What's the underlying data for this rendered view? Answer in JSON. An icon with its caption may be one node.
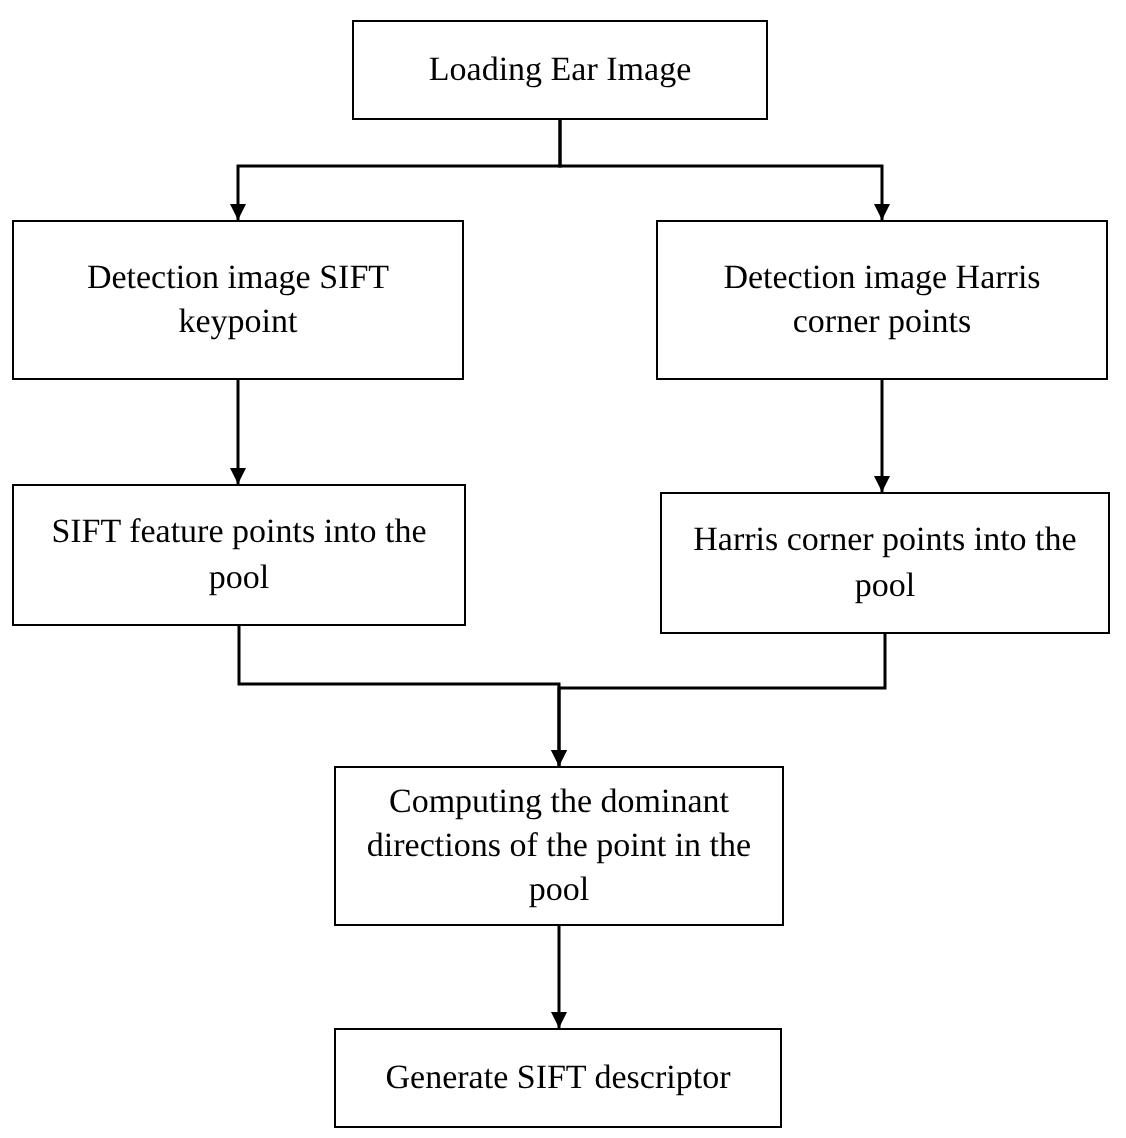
{
  "diagram": {
    "nodes": [
      {
        "text": [
          "Loading Ear Image"
        ]
      },
      {
        "text": [
          "Detection image SIFT keypoint"
        ]
      },
      {
        "text": [
          "Detection image Harris corner points"
        ]
      },
      {
        "text": [
          "SIFT feature points into the pool"
        ]
      },
      {
        "text": [
          "Harris corner points into the pool"
        ]
      },
      {
        "text": [
          "Computing the dominant directions of the point in the pool"
        ]
      },
      {
        "text": [
          "Generate SIFT descriptor"
        ]
      }
    ],
    "edges": [
      {
        "from": 0,
        "to": 1,
        "arrow": "to"
      },
      {
        "from": 0,
        "to": 2,
        "arrow": "to"
      },
      {
        "from": 1,
        "to": 3,
        "arrow": "to"
      },
      {
        "from": 2,
        "to": 4,
        "arrow": "to"
      },
      {
        "from": 3,
        "to": 5,
        "arrow": "to"
      },
      {
        "from": 4,
        "to": 5,
        "arrow": "to"
      },
      {
        "from": 5,
        "to": 6,
        "arrow": "to"
      }
    ]
  }
}
